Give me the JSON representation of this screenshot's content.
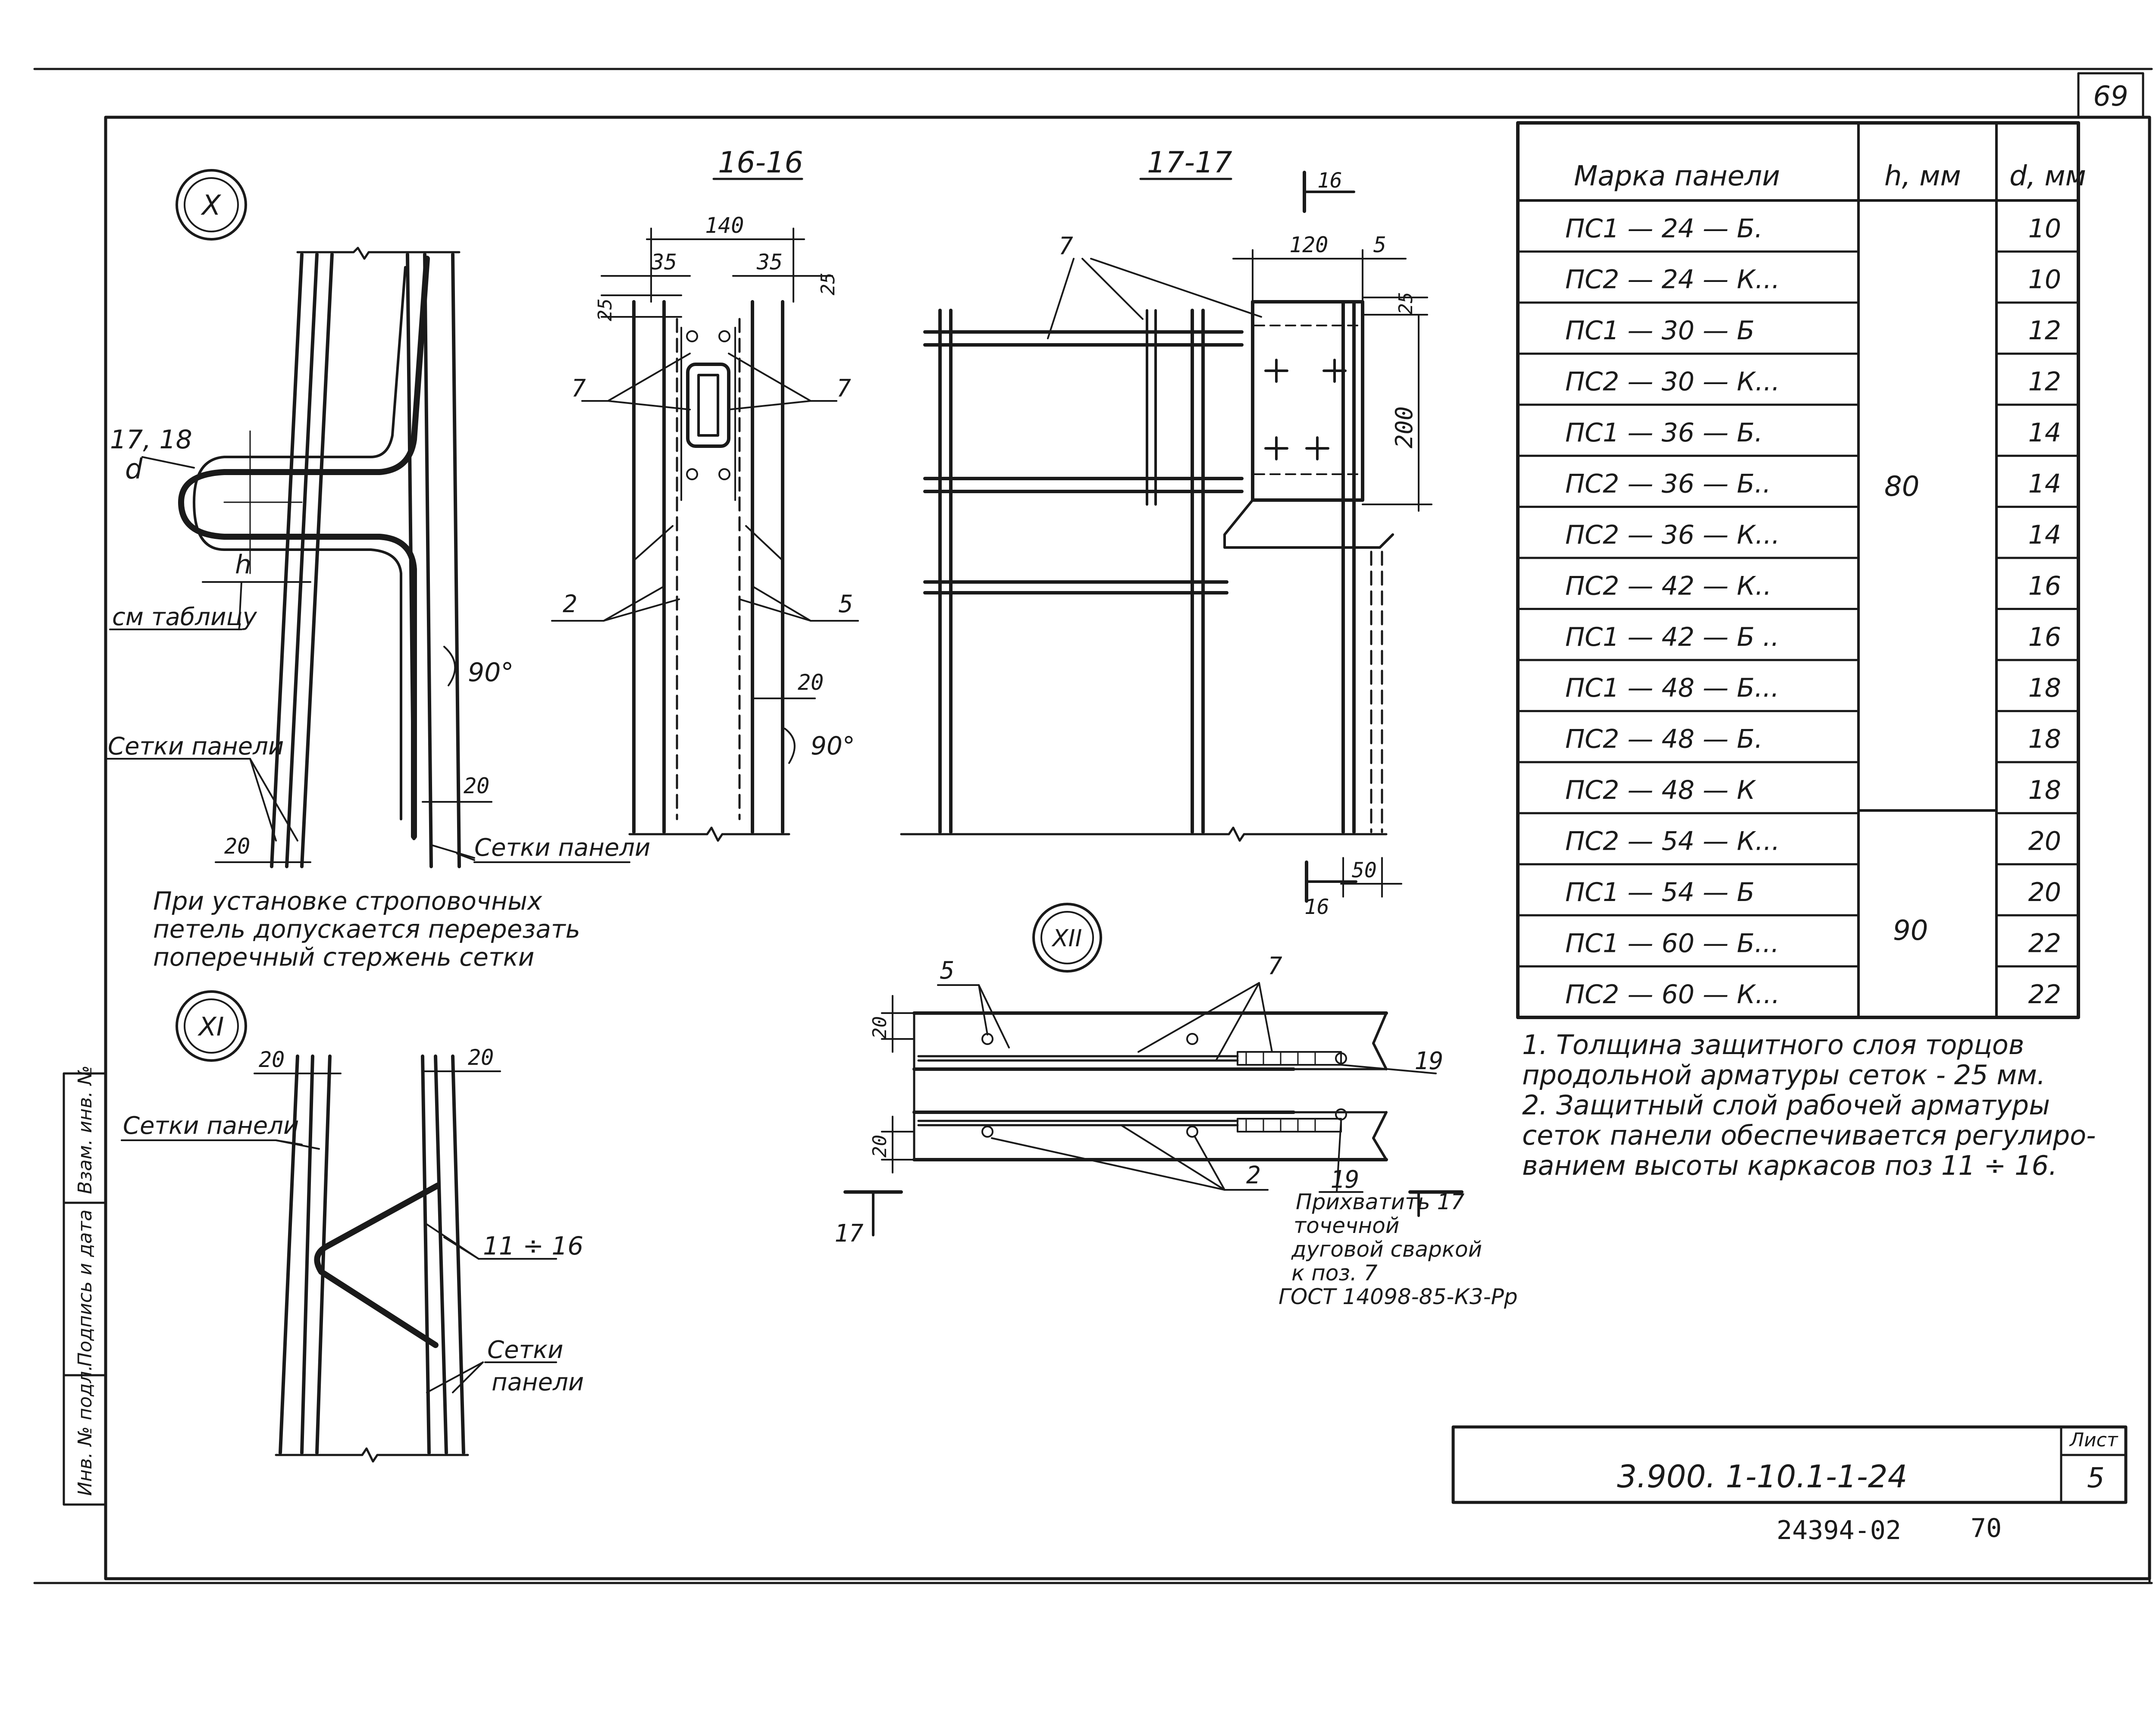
{
  "sheet": {
    "top_number": "69",
    "code": "3.900. 1-10.1-1-24",
    "sheet_label": "Лист",
    "sheet_no": "5",
    "bottom_code": "24394-02",
    "bottom_page": "70"
  },
  "side_stamp": {
    "col1": "Инв. № подл.",
    "col2": "Подпись и дата",
    "col3": "Взам. инв. №"
  },
  "views": {
    "x": {
      "marker": "X",
      "callout": "17, 18",
      "d": "d",
      "h": "h",
      "see_table": "см таблицу",
      "angle": "90°",
      "mesh_left": "Сетки панели",
      "mesh_right": "Сетки панели",
      "dim_20a": "20",
      "dim_20b": "20"
    },
    "note_loops": [
      "При установке строповочных",
      "петель допускается перерезать",
      "поперечный стержень сетки"
    ],
    "xi": {
      "marker": "XI",
      "dim_20a": "20",
      "dim_20b": "20",
      "mesh_left": "Сетки панели",
      "range": "11 ÷ 16",
      "mesh_right_1": "Сетки",
      "mesh_right_2": "панели"
    },
    "s16": {
      "title": "16-16",
      "w140": "140",
      "w35a": "35",
      "w35b": "35",
      "d25a": "25",
      "d25b": "25",
      "p7a": "7",
      "p7b": "7",
      "p2": "2",
      "p5": "5",
      "d20": "20",
      "angle": "90°"
    },
    "s17": {
      "title": "17-17",
      "p7": "7",
      "w120": "120",
      "w5": "5",
      "d25": "25",
      "h200": "200",
      "cut_top": "16",
      "cut_bottom": "16",
      "w50": "50"
    },
    "xii": {
      "marker": "XII",
      "p5": "5",
      "p7": "7",
      "d20a": "20",
      "d20b": "20",
      "p19a": "19",
      "p19b": "19",
      "p2": "2",
      "cut17": "17",
      "weld": [
        "Прихватить 17",
        "точечной",
        "дуговой сваркой",
        "к поз. 7",
        "ГОСТ 14098-85-К3-Рр"
      ]
    }
  },
  "table": {
    "headers": [
      "Марка панели",
      "h, мм",
      "d, мм"
    ],
    "rows": [
      [
        "ПС1 — 24 — Б.",
        "10"
      ],
      [
        "ПС2 — 24 — К...",
        "10"
      ],
      [
        "ПС1 — 30 — Б",
        "12"
      ],
      [
        "ПС2 — 30 — К...",
        "12"
      ],
      [
        "ПС1 — 36 — Б.",
        "14"
      ],
      [
        "ПС2 — 36 — Б..",
        "14"
      ],
      [
        "ПС2 — 36 — К...",
        "14"
      ],
      [
        "ПС2 — 42 — К..",
        "16"
      ],
      [
        "ПС1 — 42 — Б ..",
        "16"
      ],
      [
        "ПС1 — 48 — Б...",
        "18"
      ],
      [
        "ПС2 — 48 — Б.",
        "18"
      ],
      [
        "ПС2 — 48 — К",
        "18"
      ],
      [
        "ПС2 — 54 — К...",
        "20"
      ],
      [
        "ПС1 — 54 — Б",
        "20"
      ],
      [
        "ПС1 — 60 — Б...",
        "22"
      ],
      [
        "ПС2 — 60 — К...",
        "22"
      ]
    ],
    "h_group1": "80",
    "h_group2": "90"
  },
  "notes": [
    "1. Толщина защитного слоя торцов",
    "продольной арматуры сеток - 25 мм.",
    "2. Защитный слой рабочей арматуры",
    "сеток панели обеспечивается регулиро-",
    "ванием высоты каркасов поз 11 ÷ 16."
  ]
}
